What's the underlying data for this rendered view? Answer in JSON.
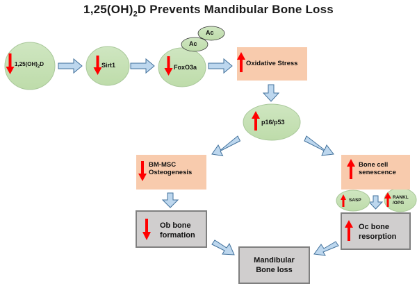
{
  "title": {
    "prefix": "1,25(OH)",
    "subscript": "2",
    "suffix": "D Prevents Mandibular Bone Loss"
  },
  "nodes": {
    "vitd": {
      "label_main": "1,25(OH)",
      "label_sub": "2",
      "label_tail": "D",
      "direction": "down"
    },
    "sirt1": {
      "label": "Sirt1",
      "direction": "down"
    },
    "foxo3a": {
      "label": "FoxO3a",
      "direction": "down"
    },
    "ac1": {
      "label": "Ac"
    },
    "ac2": {
      "label": "Ac"
    },
    "oxidative_stress": {
      "label": "Oxidative Stress",
      "direction": "up"
    },
    "p16_p53": {
      "label": "p16/p53",
      "direction": "up"
    },
    "bmmsc": {
      "line1": "BM-MSC",
      "line2": "Osteogenesis",
      "direction": "down"
    },
    "bone_cell": {
      "line1": "Bone cell",
      "line2": "senescence",
      "direction": "up"
    },
    "sasp": {
      "label": "SASP",
      "direction": "up"
    },
    "rankl": {
      "line1": "RANKL",
      "line2": "/OPG",
      "direction": "up"
    },
    "ob_bone": {
      "line1": "Ob bone",
      "line2": "formation",
      "direction": "down"
    },
    "oc_bone": {
      "line1": "Oc bone",
      "line2": "resorption",
      "direction": "up"
    },
    "mandibular": {
      "line1": "Mandibular",
      "line2": "Bone loss"
    }
  },
  "colors": {
    "ellipse_fill": "#c5e0b4",
    "salmon_fill": "#f8cbad",
    "gray_fill": "#d0cece",
    "gray_stroke": "#7f7f7f",
    "arrow_fill": "#bdd7ee",
    "arrow_stroke": "#41719c",
    "indicator_red": "#ff0000"
  }
}
